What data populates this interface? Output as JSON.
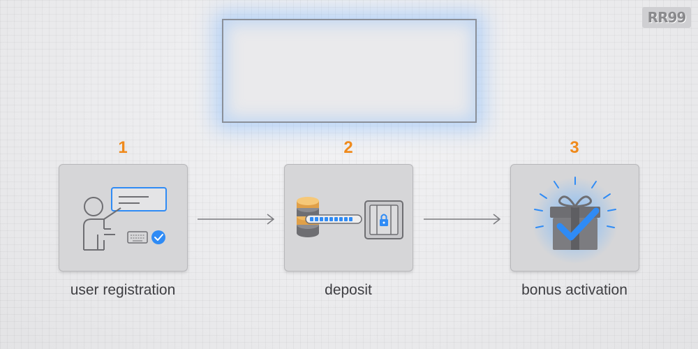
{
  "logo": {
    "text": "RR99"
  },
  "steps": [
    {
      "number": "1",
      "label": "user registration",
      "icon": "user-registration-icon"
    },
    {
      "number": "2",
      "label": "deposit",
      "icon": "coins-vault-icon"
    },
    {
      "number": "3",
      "label": "bonus activation",
      "icon": "gift-checkmark-icon"
    }
  ],
  "colors": {
    "accent": "#ef8a1c",
    "highlight_blue": "#2f8bf5",
    "card_bg": "#d6d6d8",
    "text": "#3e3e42"
  }
}
